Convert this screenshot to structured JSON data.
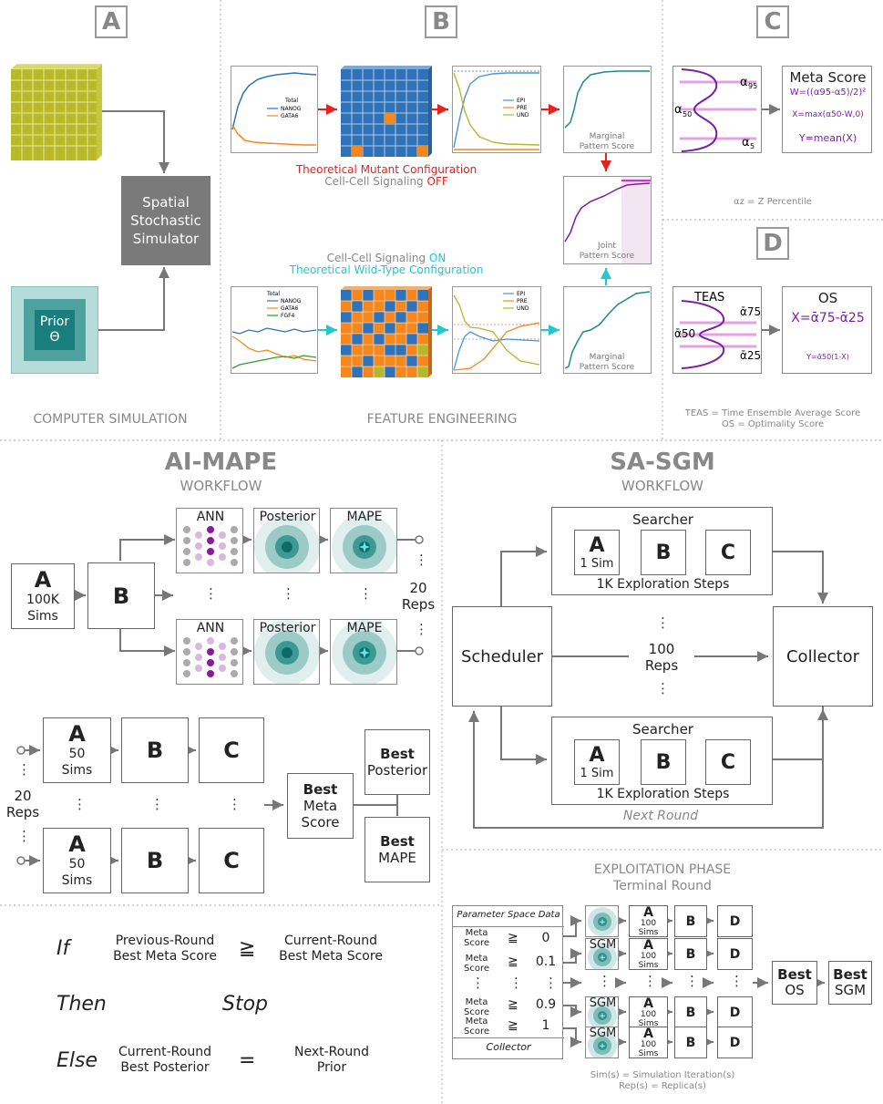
{
  "panels": {
    "a_letter": "A",
    "b_letter": "B",
    "c_letter": "C",
    "d_letter": "D",
    "simulator": [
      "Spatial",
      "Stochastic",
      "Simulator"
    ],
    "prior": [
      "Prior",
      "Θ"
    ],
    "computer_simulation": "COMPUTER SIMULATION",
    "feature_engineering": "FEATURE ENGINEERING"
  },
  "feature": {
    "legend_top": [
      "Total",
      "NANOG",
      "GATA6"
    ],
    "legend_bottom": [
      "Total",
      "NANOG",
      "GATA6",
      "FGF4"
    ],
    "legend_state": [
      "EPI",
      "PRE",
      "UND"
    ],
    "mutant_line1": "Theoretical Mutant Configuration",
    "mutant_line2_prefix": "Cell-Cell Signaling",
    "mutant_line2_state": "OFF",
    "wild_line1_prefix": "Cell-Cell Signaling",
    "wild_line1_state": "ON",
    "wild_line2": "Theoretical Wild-Type Configuration",
    "marginal": [
      "Marginal",
      "Pattern Score"
    ],
    "joint": [
      "Joint",
      "Pattern Score"
    ]
  },
  "panel_c": {
    "alpha95": "α",
    "alpha95_sub": "95",
    "alpha50": "α",
    "alpha50_sub": "50",
    "alpha5": "α",
    "alpha5_sub": "5",
    "meta_title": "Meta Score",
    "formula_w": "W=((α95-α5)/2)²",
    "formula_x": "X=max(α50-W,0)",
    "formula_y": "Y=mean(X)",
    "percentile_note": "αz = Z Percentile"
  },
  "panel_d": {
    "teas": "TEAS",
    "os": "OS",
    "a75": "ᾱ75",
    "a50": "ᾱ50",
    "a25": "ᾱ25",
    "formula_x": "X=ᾱ75-ᾱ25",
    "formula_y": "Y=ᾱ50(1-X)",
    "teas_note": "TEAS = Time Ensemble Average Score",
    "os_note": "OS = Optimality Score"
  },
  "aimape": {
    "title": "AI-MAPE",
    "subtitle": "WORKFLOW",
    "a_box": [
      "A",
      "100K",
      "Sims"
    ],
    "b_box": "B",
    "ann": "ANN",
    "posterior": "Posterior",
    "mape": "MAPE",
    "reps": [
      "20",
      "Reps"
    ],
    "a50": [
      "A",
      "50",
      "Sims"
    ],
    "b": "B",
    "c": "C",
    "best_meta": [
      "Best",
      "Meta",
      "Score"
    ],
    "best_posterior": [
      "Best",
      "Posterior"
    ],
    "best_mape": [
      "Best",
      "MAPE"
    ]
  },
  "rule": {
    "if": "If",
    "then": "Then",
    "else": "Else",
    "prev": [
      "Previous-Round",
      "Best Meta Score"
    ],
    "geq": "≧",
    "curr": [
      "Current-Round",
      "Best Meta Score"
    ],
    "stop": "Stop",
    "curr_post": [
      "Current-Round",
      "Best Posterior"
    ],
    "eq": "=",
    "next_prior": [
      "Next-Round",
      "Prior"
    ]
  },
  "sasgm": {
    "title": "SA-SGM",
    "subtitle": "WORKFLOW",
    "searcher": "Searcher",
    "a": "A",
    "one_sim": "1 Sim",
    "b": "B",
    "c": "C",
    "exploration": "1K Exploration Steps",
    "scheduler": "Scheduler",
    "collector": "Collector",
    "reps": [
      "100",
      "Reps"
    ],
    "next_round": "Next Round"
  },
  "exploit": {
    "title": "EXPLOITATION PHASE",
    "subtitle": "Terminal Round",
    "param_header": "Parameter Space Data",
    "rows": [
      {
        "label": [
          "Meta",
          "Score"
        ],
        "op": "≧",
        "val": "0"
      },
      {
        "label": [
          "Meta",
          "Score"
        ],
        "op": "≧",
        "val": "0.1"
      },
      {
        "label": [
          "Meta",
          "Score"
        ],
        "op": "≧",
        "val": "0.9"
      },
      {
        "label": [
          "Meta",
          "Score"
        ],
        "op": "≧",
        "val": "1"
      }
    ],
    "collector": "Collector",
    "sgm": "SGM",
    "a": "A",
    "a100": "100",
    "sims": "Sims",
    "b": "B",
    "d": "D",
    "best_os": [
      "Best",
      "OS"
    ],
    "best_sgm": [
      "Best",
      "SGM"
    ],
    "foot1": "Sim(s) = Simulation Iteration(s)",
    "foot2": "Rep(s) = Replica(s)"
  },
  "colors": {
    "teal": "#1a8a8a",
    "purple": "#7a1fa2",
    "red": "#e8201e",
    "cyan": "#22c8d0",
    "blue": "#2f72b8",
    "orange": "#f5871f",
    "olive": "#b5b82a"
  }
}
